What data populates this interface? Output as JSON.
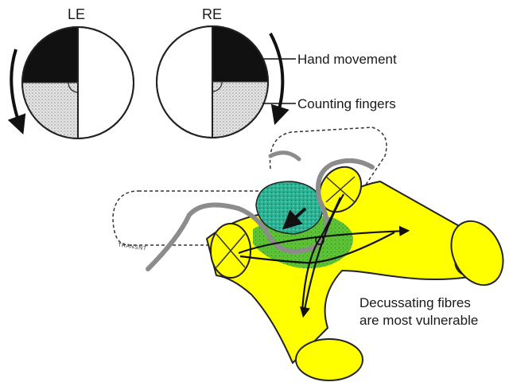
{
  "fields": {
    "left_eye_label": "LE",
    "right_eye_label": "RE"
  },
  "legend": {
    "hand_movement": "Hand movement",
    "counting_fingers": "Counting fingers"
  },
  "annotation": {
    "line1": "Decussating fibres",
    "line2": "are most vulnerable"
  },
  "artwork_signature": "TRANSNT",
  "colors": {
    "optic_nerve_fill": "#ffff00",
    "pituitary_tumour": "#2ab394",
    "compressed_chiasm": "#4fc23a",
    "artery": "#8c8c8c",
    "field_loss_dense": "#111111",
    "field_loss_partial": "#d2d2d2"
  }
}
